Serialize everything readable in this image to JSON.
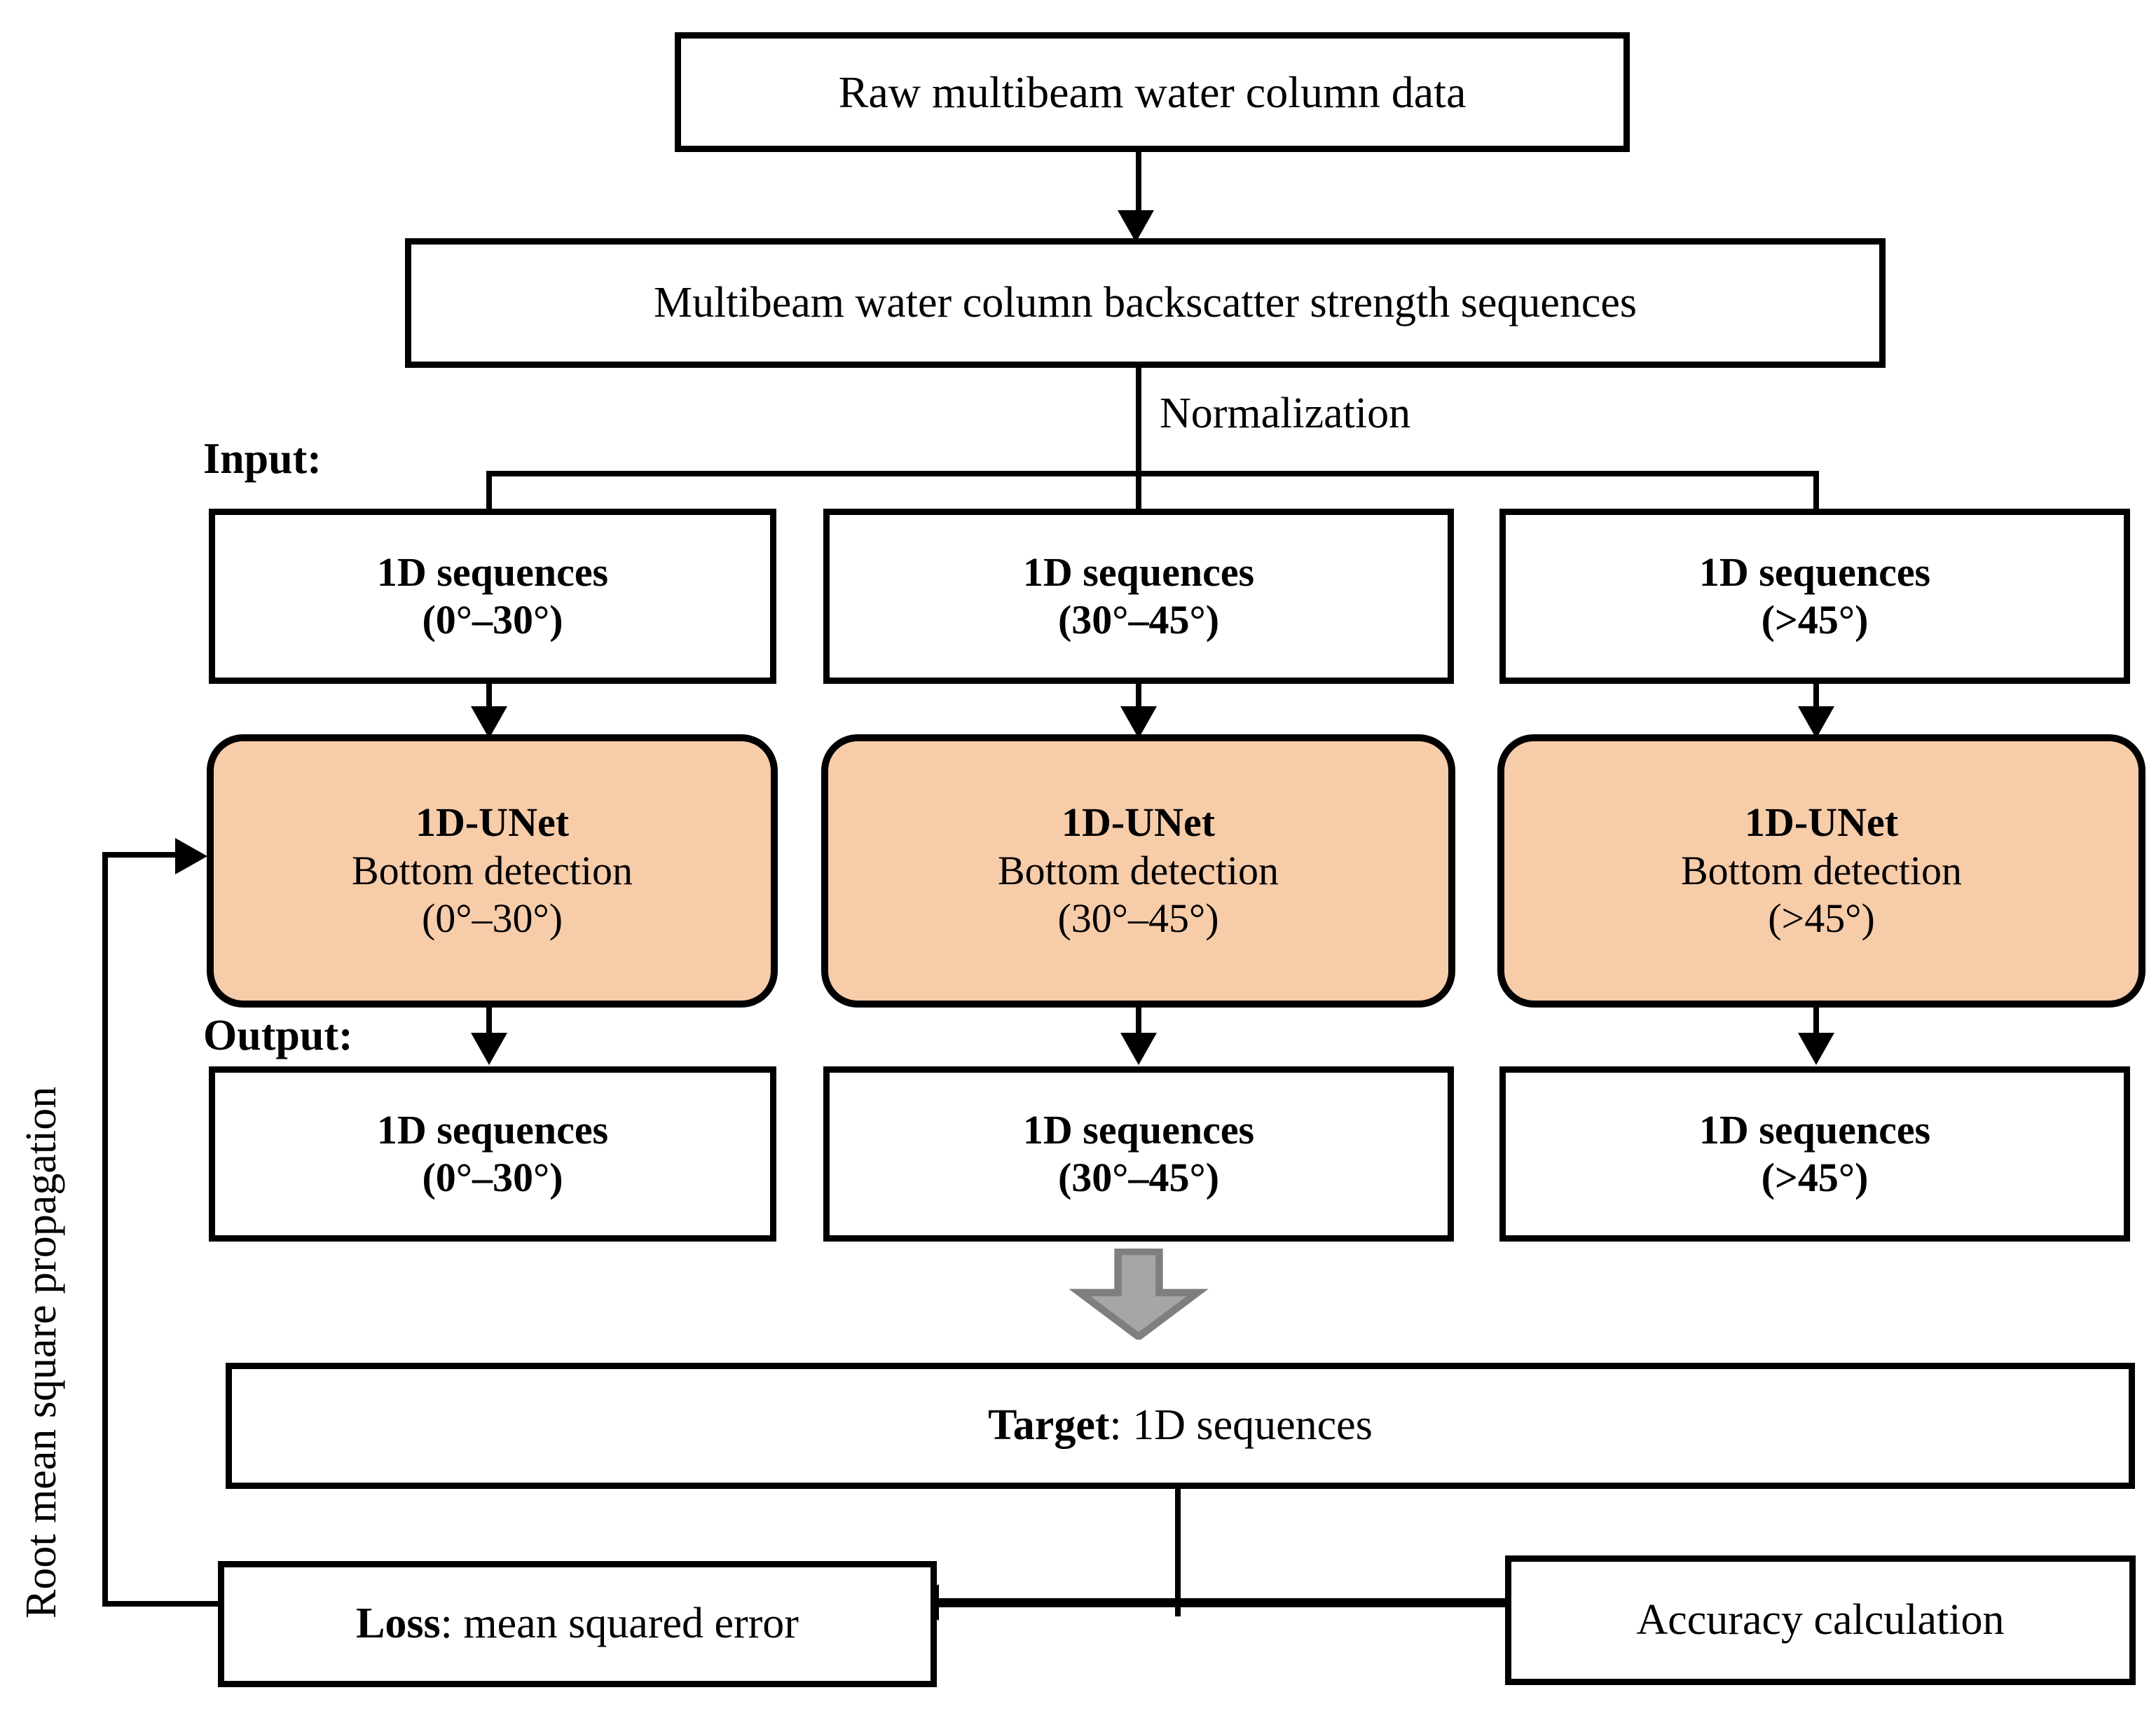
{
  "diagram": {
    "title_node": {
      "text": "Raw multibeam water column data"
    },
    "sequence_node": {
      "text": "Multibeam water column backscatter strength sequences"
    },
    "edge_labels": {
      "normalization": "Normalization",
      "input": "Input:",
      "output": "Output:",
      "feedback": "Root mean square propagation"
    },
    "input_boxes": [
      {
        "line1": "1D sequences",
        "line2": "(0°–30°)"
      },
      {
        "line1": "1D sequences",
        "line2": "(30°–45°)"
      },
      {
        "line1": "1D sequences",
        "line2": "(>45°)"
      }
    ],
    "model_boxes": [
      {
        "line1": "1D-UNet",
        "line2": "Bottom detection",
        "line3": "(0°–30°)"
      },
      {
        "line1": "1D-UNet",
        "line2": "Bottom detection",
        "line3": "(30°–45°)"
      },
      {
        "line1": "1D-UNet",
        "line2": "Bottom detection",
        "line3": "(>45°)"
      }
    ],
    "output_boxes": [
      {
        "line1": "1D sequences",
        "line2": "(0°–30°)"
      },
      {
        "line1": "1D sequences",
        "line2": "(30°–45°)"
      },
      {
        "line1": "1D sequences",
        "line2": "(>45°)"
      }
    ],
    "target_node": {
      "strong": "Target",
      "rest": ": 1D sequences"
    },
    "loss_node": {
      "strong": "Loss",
      "rest": ": mean squared error"
    },
    "accuracy_node": {
      "text": "Accuracy calculation"
    },
    "colors": {
      "model_fill": "#f7cca9",
      "stroke": "#000000",
      "block_arrow_fill": "#a6a6a6",
      "block_arrow_stroke": "#7f7f7f",
      "background": "#ffffff"
    }
  }
}
